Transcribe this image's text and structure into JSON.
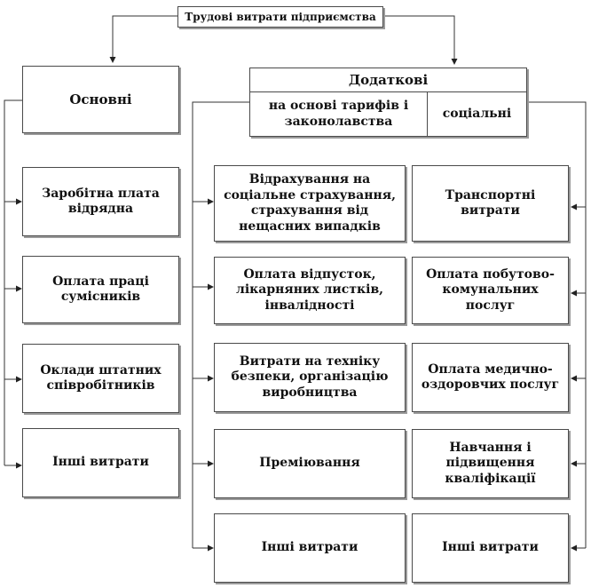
{
  "title": "Трудові витрати підприємства",
  "basic": {
    "header": "Основні",
    "items": [
      "Заробітна плата відрядна",
      "Оплата праці сумісників",
      "Оклади штатних співробітників",
      "Інші витрати"
    ]
  },
  "additional": {
    "header": "Додаткові",
    "sub_left": "на основі тарифів і законолавства",
    "sub_right": "соціальні",
    "tariff_items": [
      "Відрахування на соціальне страхування, страхування від нещасних випадків",
      "Оплата відпусток, лікарняних листків, інвалідності",
      "Витрати на техніку безпеки, організацію виробництва",
      "Преміювання",
      "Інші витрати"
    ],
    "social_items": [
      "Транспортні витрати",
      "Оплата побутово-комунальних послуг",
      "Оплата медично-оздоровчих послуг",
      "Навчання і підвищення кваліфікації",
      "Інші витрати"
    ]
  }
}
